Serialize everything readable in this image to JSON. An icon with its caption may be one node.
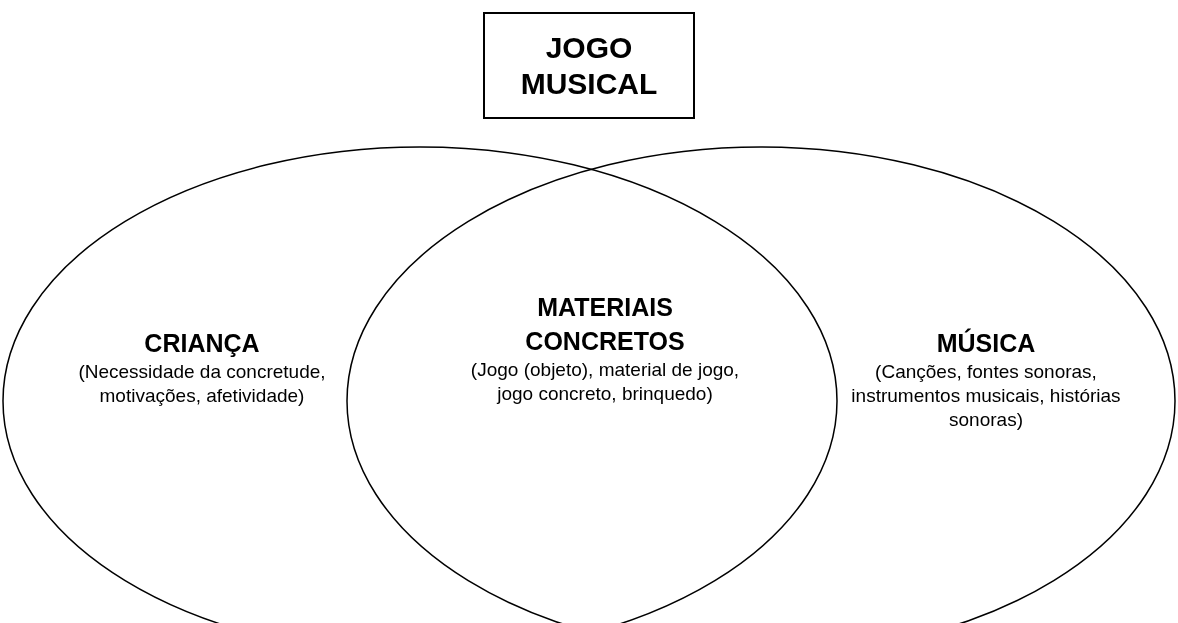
{
  "diagram": {
    "nodes": [
      {
        "text": [
          "JOGO MUSICAL"
        ]
      },
      {
        "text": [
          "CRIANÇA",
          "(Necessidade da concretude, motivações, afetividade)"
        ]
      },
      {
        "text": [
          "MÚSICA",
          "(Canções, fontes sonoras, instrumentos musicais, histórias sonoras)"
        ]
      }
    ],
    "labels": [
      "MATERIAIS CONCRETOS",
      "(Jogo (objeto), material de jogo, jogo concreto, brinquedo)"
    ]
  }
}
